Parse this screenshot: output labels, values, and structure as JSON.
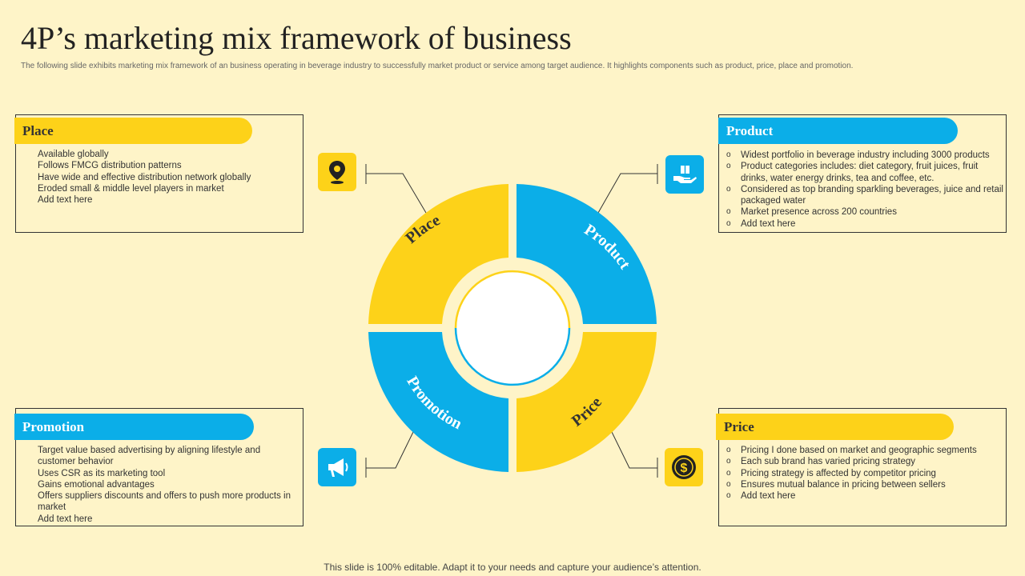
{
  "title": "4P’s marketing mix framework of business",
  "subtitle": "The following slide exhibits marketing mix  framework of an business operating in beverage industry to successfully market product or service among target audience. It highlights components such as product, price, place and promotion.",
  "colors": {
    "yellow": "#FDD219",
    "blue": "#0BAEE8",
    "background": "#FEF4C8"
  },
  "wheel": {
    "segments": [
      {
        "id": "place",
        "label": "Place",
        "color": "yellow"
      },
      {
        "id": "product",
        "label": "Product",
        "color": "blue"
      },
      {
        "id": "promotion",
        "label": "Promotion",
        "color": "blue"
      },
      {
        "id": "price",
        "label": "Price",
        "color": "yellow"
      }
    ]
  },
  "cards": {
    "place": {
      "heading": "Place",
      "icon": "location-pin-icon",
      "items": [
        "Available globally",
        "Follows FMCG distribution patterns",
        "Have wide and effective distribution network globally",
        "Eroded small & middle level players in market",
        "Add text here"
      ]
    },
    "product": {
      "heading": "Product",
      "icon": "hand-box-icon",
      "items": [
        "Widest portfolio in beverage industry including 3000 products",
        "Product categories includes: diet category, fruit juices, fruit drinks, water energy drinks, tea and coffee,  etc.",
        "Considered as top branding sparkling beverages, juice and retail packaged water",
        "Market presence across 200 countries",
        "Add text here"
      ]
    },
    "promotion": {
      "heading": "Promotion",
      "icon": "megaphone-icon",
      "items": [
        "Target value based advertising by aligning lifestyle and customer behavior",
        "Uses CSR as its marketing tool",
        "Gains emotional advantages",
        "Offers suppliers discounts and offers to push more products in market",
        "Add text here"
      ]
    },
    "price": {
      "heading": "Price",
      "icon": "dollar-coin-icon",
      "items": [
        "Pricing I  done based on market and geographic segments",
        "Each sub brand has varied pricing strategy",
        "Pricing strategy is affected by competitor pricing",
        "Ensures mutual balance in pricing between sellers",
        "Add text here"
      ]
    }
  },
  "footer": "This slide is 100% editable. Adapt it to your needs and capture your audience’s attention."
}
